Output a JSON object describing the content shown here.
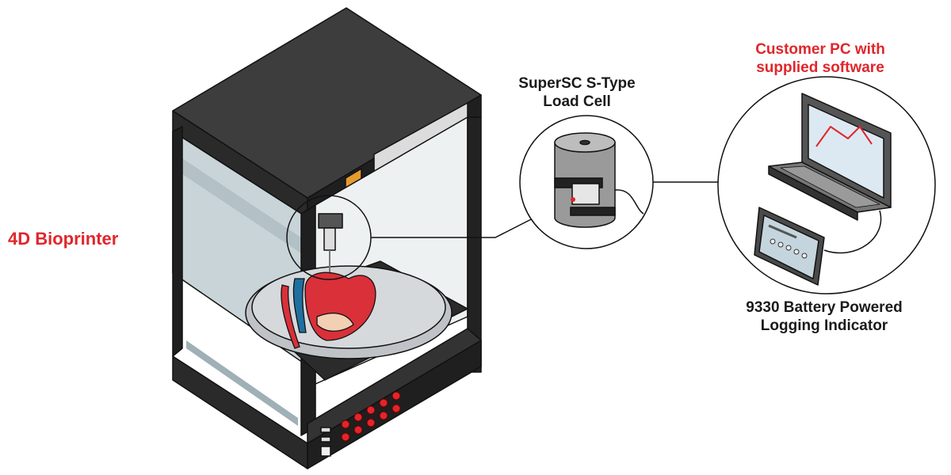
{
  "labels": {
    "printer": "4D Bioprinter",
    "load_cell": {
      "line1": "SuperSC S-Type",
      "line2": "Load Cell"
    },
    "pc": {
      "line1": "Customer PC with",
      "line2": "supplied software"
    },
    "indicator": {
      "line1": "9330 Battery Powered",
      "line2": "Logging Indicator"
    }
  },
  "colors": {
    "accent_red": "#e0262b",
    "text_dark": "#1a1a1a",
    "cabinet": "#2b2b2b",
    "cabinet_top": "#3a3a3a",
    "orange_button": "#e59b2e",
    "heart": "#d9303a",
    "vessel_blue": "#1f6fa0",
    "load_cell_grey": "#9a9a9a",
    "screen_blue": "#dce9f2"
  },
  "icons": {
    "printer": "bioprinter-cabinet-illustration",
    "heart": "printed-heart-illustration",
    "load_cell": "s-type-load-cell-icon",
    "laptop": "laptop-icon",
    "indicator": "logging-indicator-icon"
  }
}
